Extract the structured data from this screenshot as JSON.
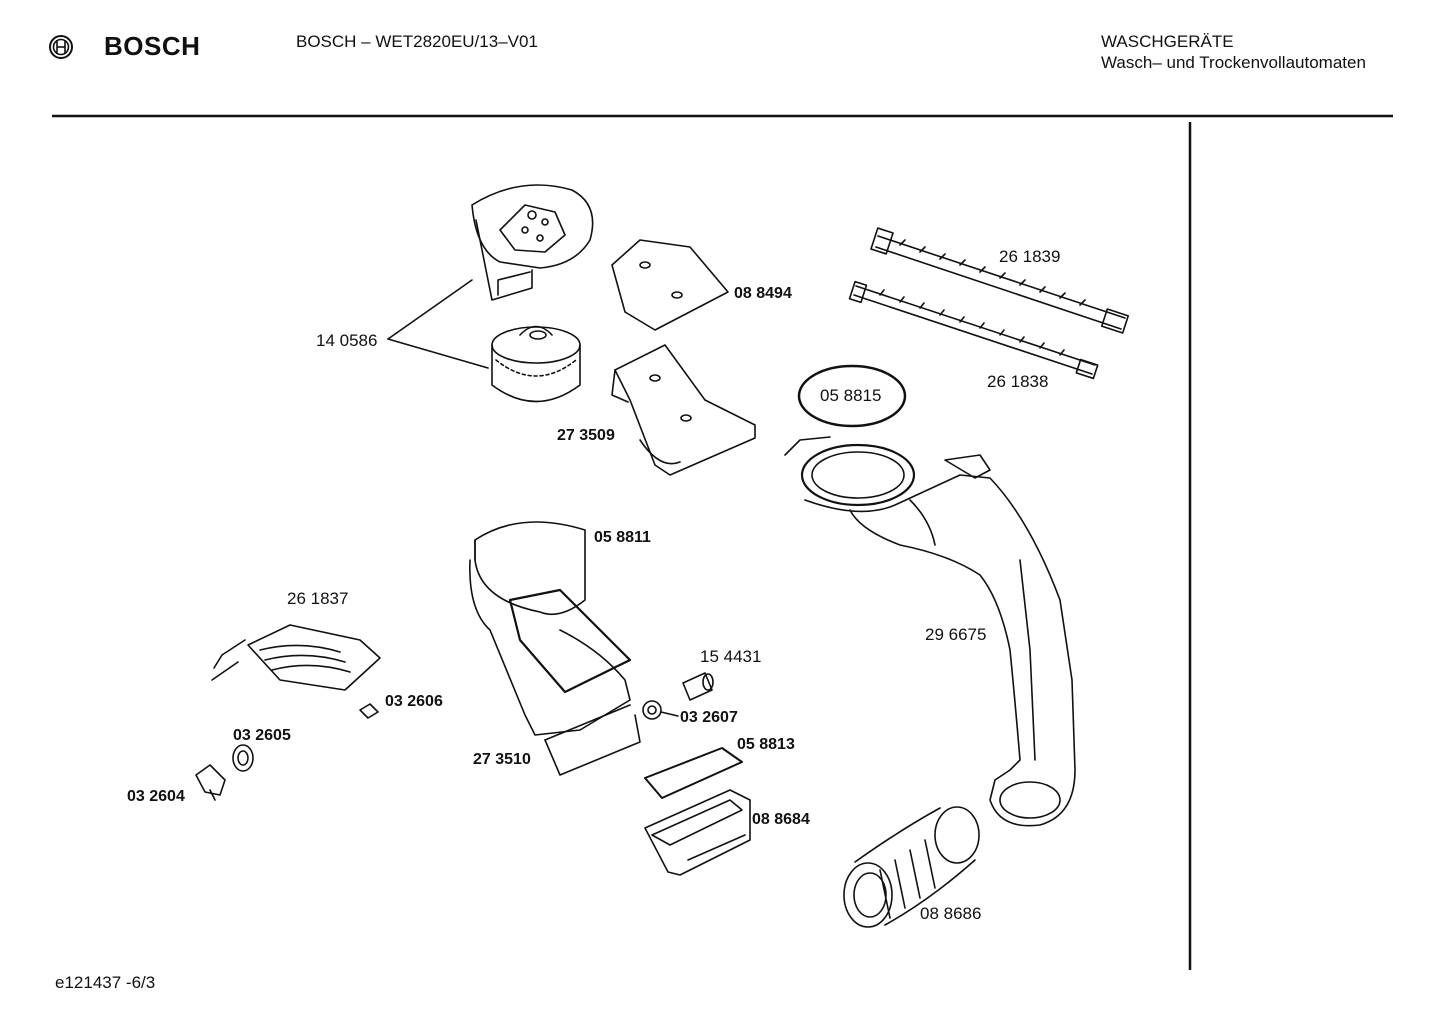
{
  "header": {
    "brand": "BOSCH",
    "model": "BOSCH – WET2820EU/13–V01",
    "category_line1": "WASCHGERÄTE",
    "category_line2": "Wasch– und Trockenvollautomaten"
  },
  "icons": {
    "logo": "bosch-armature-icon"
  },
  "parts": [
    {
      "id": "p140586",
      "number": "14 0586",
      "bold": false
    },
    {
      "id": "p088494",
      "number": "08 8494",
      "bold": true
    },
    {
      "id": "p261839",
      "number": "26 1839",
      "bold": false
    },
    {
      "id": "p261838",
      "number": "26 1838",
      "bold": false
    },
    {
      "id": "p058815",
      "number": "05 8815",
      "bold": false
    },
    {
      "id": "p273509",
      "number": "27 3509",
      "bold": true
    },
    {
      "id": "p058811",
      "number": "05 8811",
      "bold": true
    },
    {
      "id": "p261837",
      "number": "26 1837",
      "bold": false
    },
    {
      "id": "p296675",
      "number": "29 6675",
      "bold": false
    },
    {
      "id": "p154431",
      "number": "15 4431",
      "bold": false
    },
    {
      "id": "p032606",
      "number": "03 2606",
      "bold": true
    },
    {
      "id": "p032607",
      "number": "03 2607",
      "bold": true
    },
    {
      "id": "p032605",
      "number": "03 2605",
      "bold": true
    },
    {
      "id": "p058813",
      "number": "05 8813",
      "bold": true
    },
    {
      "id": "p273510",
      "number": "27 3510",
      "bold": true
    },
    {
      "id": "p032604",
      "number": "03 2604",
      "bold": true
    },
    {
      "id": "p088684",
      "number": "08 8684",
      "bold": true
    },
    {
      "id": "p088686",
      "number": "08 8686",
      "bold": false
    }
  ],
  "footer": {
    "doc_ref": "e121437 -6/3"
  }
}
